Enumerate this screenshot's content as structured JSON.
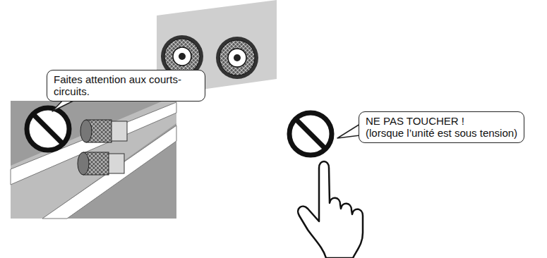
{
  "diagram": {
    "nodes": [
      {
        "text": [
          "Faites attention aux courts-circuits."
        ]
      },
      {
        "text": [
          "NE PAS TOUCHER !",
          "(lorsque l’unité est sous tension)"
        ]
      }
    ]
  }
}
